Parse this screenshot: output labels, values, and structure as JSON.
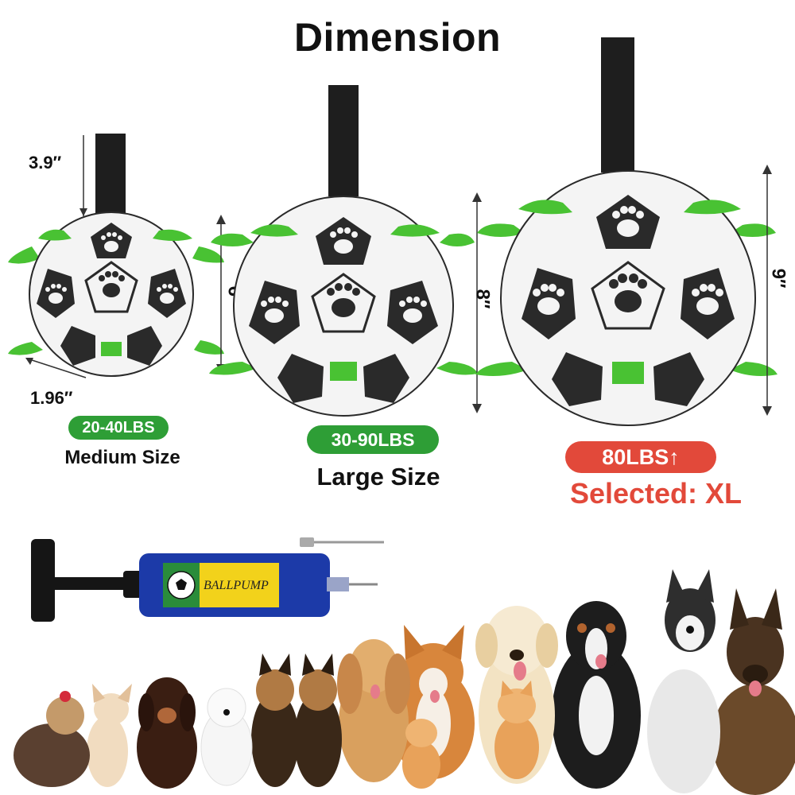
{
  "title": "Dimension",
  "sizes": [
    {
      "height_label": "3.9″",
      "diameter_label": "6″",
      "width_label": "1.96″",
      "weight": "20-40LBS",
      "name": "Medium Size",
      "pill_color": "#2e9e36",
      "name_color": "#111111"
    },
    {
      "diameter_label": "8″",
      "weight": "30-90LBS",
      "name": "Large Size",
      "pill_color": "#2e9e36",
      "name_color": "#111111"
    },
    {
      "diameter_label": "9″",
      "weight": "80LBS↑",
      "name": "Selected: XL",
      "pill_color": "#e2493a",
      "name_color": "#e2493a"
    }
  ],
  "pump": {
    "label": "BALLPUMP"
  },
  "colors": {
    "ribbon": "#49c233",
    "strap": "#1e1e1e",
    "panel_dark": "#2a2a2a",
    "ball_light": "#f4f4f4",
    "pump_blue": "#1c3aa8",
    "pump_label": "#f2d21b"
  }
}
